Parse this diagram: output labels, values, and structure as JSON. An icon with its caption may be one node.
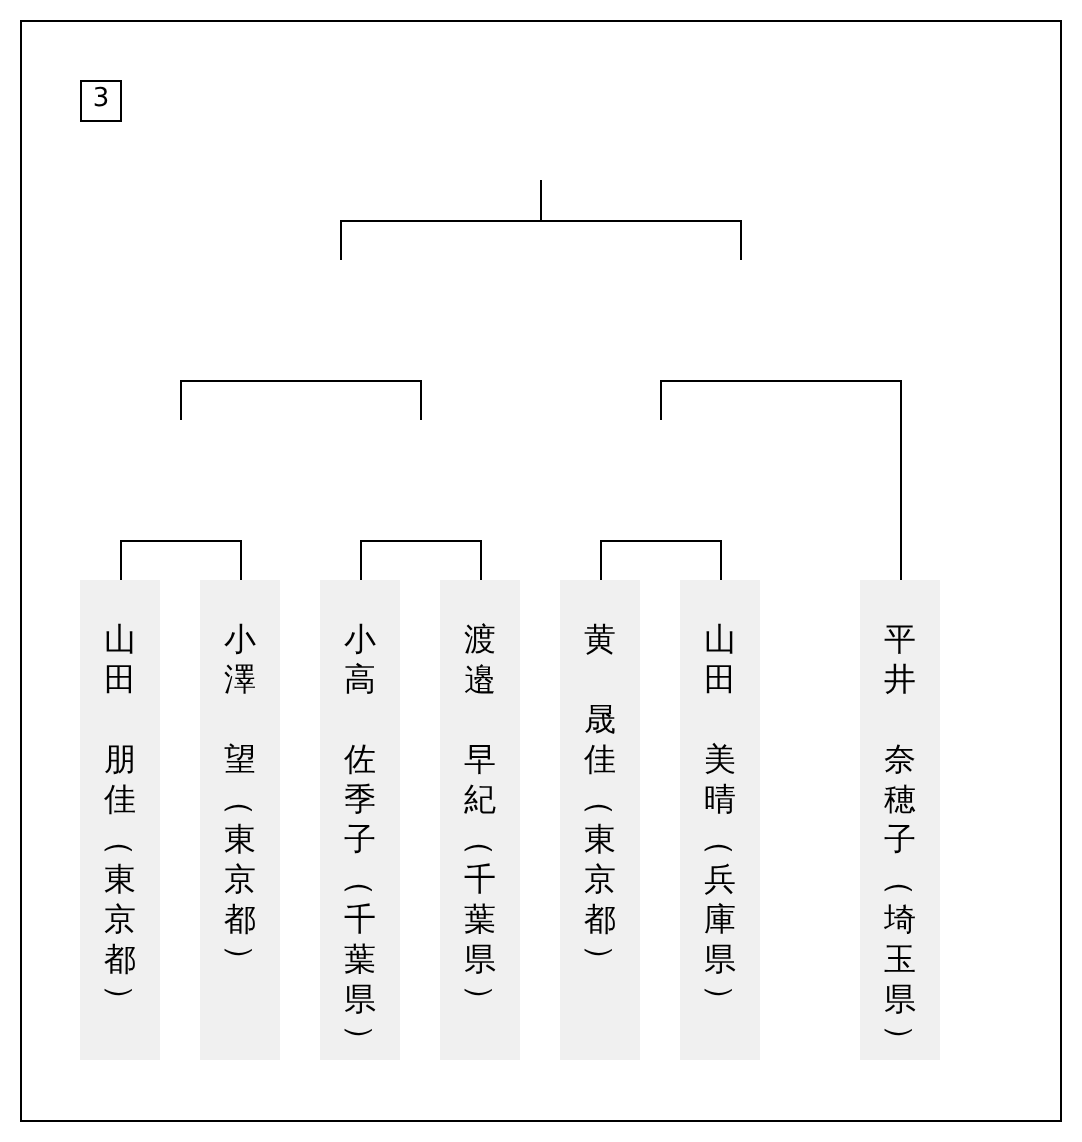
{
  "diagram": {
    "nodes": [
      {
        "text": [
          "3"
        ]
      },
      {
        "text": [
          "山田",
          "朋佳（東京都）"
        ]
      },
      {
        "text": [
          "小澤",
          "望（東京都）"
        ]
      },
      {
        "text": [
          "小高",
          "佐季子（千葉県）"
        ]
      },
      {
        "text": [
          "渡邉",
          "早紀（千葉県）"
        ]
      },
      {
        "text": [
          "黄",
          "晟佳（東京都）"
        ]
      },
      {
        "text": [
          "山田",
          "美晴（兵庫県）"
        ]
      },
      {
        "text": [
          "平井",
          "奈穂子（埼玉県）"
        ]
      }
    ],
    "edges": [
      {
        "from": 1,
        "to": 2,
        "arrow": "none"
      },
      {
        "from": 3,
        "to": 4,
        "arrow": "none"
      },
      {
        "from": 5,
        "to": 6,
        "arrow": "none"
      },
      {
        "from": null,
        "to": 7,
        "arrow": "none"
      }
    ]
  }
}
